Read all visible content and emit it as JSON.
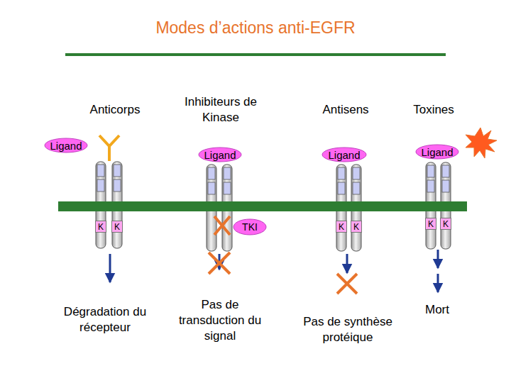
{
  "diagram": {
    "title": "Modes d’actions anti-EGFR",
    "nodes": [
      {
        "text": [
          "Ligand"
        ]
      },
      {
        "text": [
          "K"
        ]
      },
      {
        "text": [
          "K"
        ]
      },
      {
        "text": [
          "Ligand"
        ]
      },
      {
        "text": [
          "TKI"
        ]
      },
      {
        "text": [
          "Ligand"
        ]
      },
      {
        "text": [
          "K"
        ]
      },
      {
        "text": [
          "K"
        ]
      },
      {
        "text": [
          "Ligand"
        ]
      },
      {
        "text": [
          "K"
        ]
      },
      {
        "text": [
          "K"
        ]
      }
    ],
    "labels": [
      "Anticorps",
      "Inhibiteurs de Kinase",
      "Antisens",
      "Toxines",
      "Dégradation du récepteur",
      "Pas de transduction du signal",
      "Pas de synthèse protéique",
      "Mort"
    ]
  }
}
